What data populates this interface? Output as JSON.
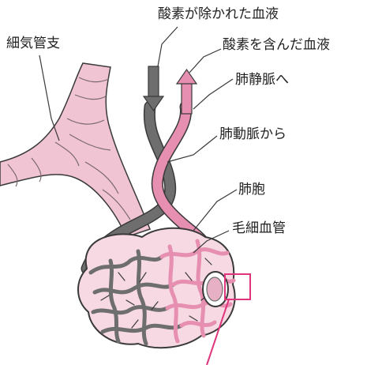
{
  "labels": {
    "deoxygenated_blood": "酸素が除かれた血液",
    "oxygenated_blood": "酸素を含んだ血液",
    "bronchiole": "細気管支",
    "to_pulmonary_vein": "肺静脈へ",
    "from_pulmonary_artery": "肺動脈から",
    "alveolus": "肺胞",
    "capillaries": "毛細血管"
  },
  "colors": {
    "vein_pink": "#e68fb0",
    "artery_gray": "#6e6e6e",
    "bronchiole_pink": "#f1c4d3",
    "alveolus_pink": "#f6d9e3",
    "highlight_magenta": "#e0347c",
    "outline": "#3a3a3a"
  }
}
